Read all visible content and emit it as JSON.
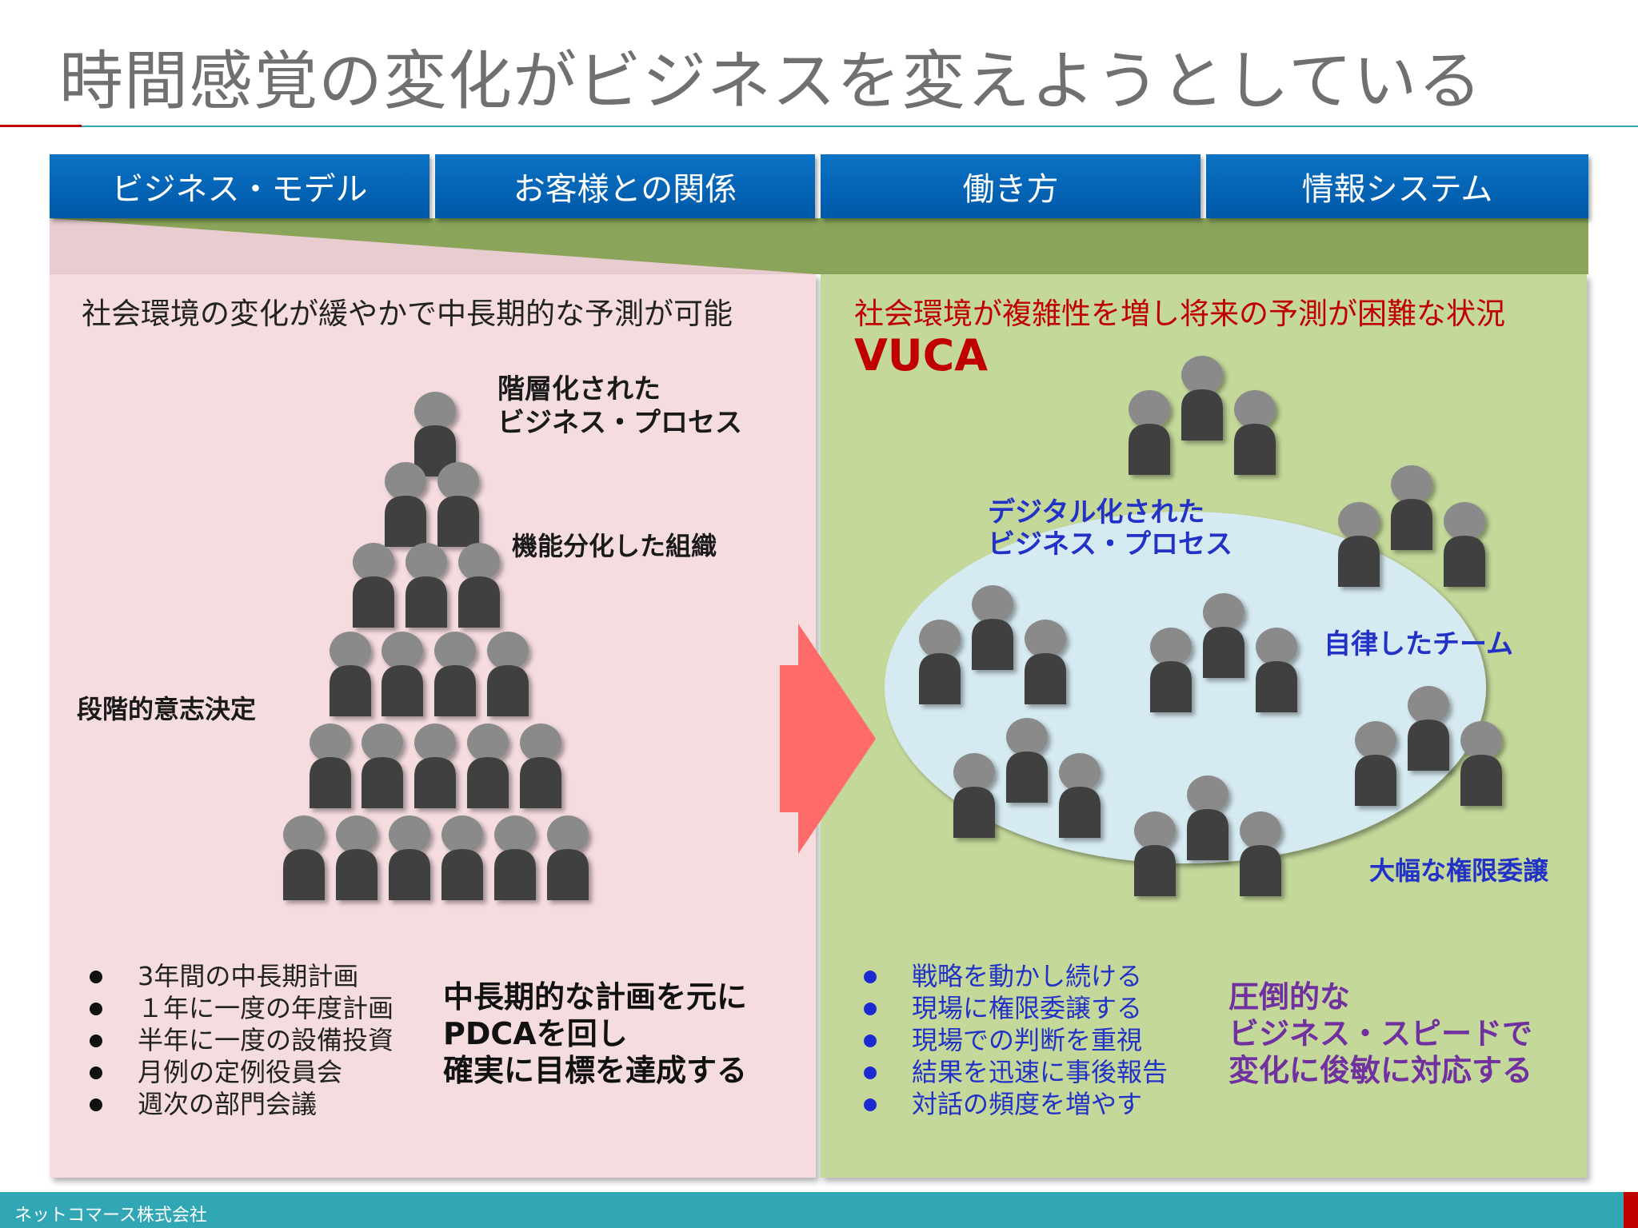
{
  "title": "時間感覚の変化がビジネスを変えようとしている",
  "tabs": [
    "ビジネス・モデル",
    "お客様との関係",
    "働き方",
    "情報システム"
  ],
  "left": {
    "heading": "社会環境の変化が緩やかで中長期的な予測が可能",
    "hierarchy_label": [
      "階層化された",
      "ビジネス・プロセス"
    ],
    "function_label": "機能分化した組織",
    "stage_label": "段階的意志決定",
    "bullets": [
      "3年間の中長期計画",
      "１年に一度の年度計画",
      "半年に一度の設備投資",
      "月例の定例役員会",
      "週次の部門会議"
    ],
    "summary": [
      "中長期的な計画を元に",
      "PDCAを回し",
      "確実に目標を達成する"
    ]
  },
  "right": {
    "heading": "社会環境が複雑性を増し将来の予測が困難な状況",
    "vuca": "VUCA",
    "digital_label": [
      "デジタル化された",
      "ビジネス・プロセス"
    ],
    "autonomous_label": "自律したチーム",
    "delegation_label": "大幅な権限委譲",
    "bullets": [
      "戦略を動かし続ける",
      "現場に権限委譲する",
      "現場での判断を重視",
      "結果を迅速に事後報告",
      "対話の頻度を増やす"
    ],
    "summary": [
      "圧倒的な",
      "ビジネス・スピードで",
      "変化に俊敏に対応する"
    ]
  },
  "footer": {
    "company": "ネットコマース株式会社"
  },
  "colors": {
    "tab_blue": "#0062b2",
    "left_panel": "#f4dcdf",
    "right_panel": "#c4d89a",
    "ellipse": "#d6eaf2",
    "person_head": "#8a8a8a",
    "person_body": "#404040",
    "arrow": "#ff6a6a",
    "accent_red": "#c00000",
    "accent_blue": "#2231c6",
    "accent_purple": "#7030a0",
    "footer": "#31a6b5"
  }
}
